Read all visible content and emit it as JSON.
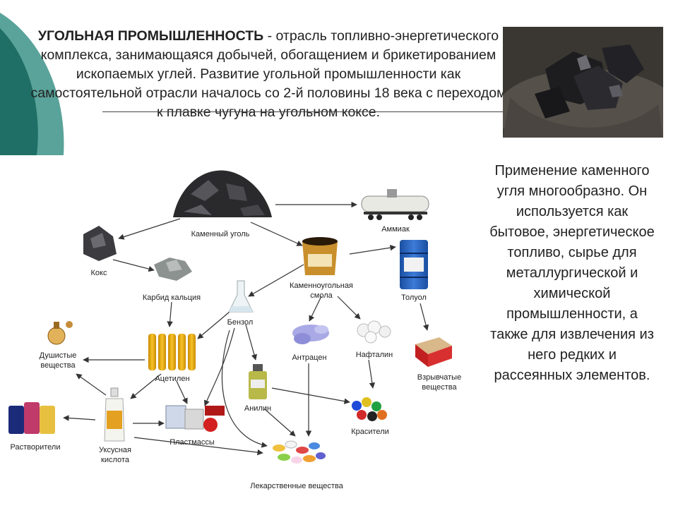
{
  "header": {
    "title_bold": "УГОЛЬНАЯ ПРОМЫШЛЕННОСТЬ",
    "title_rest": " - отрасль топливно-энергетического комплекса, занимающаяся добычей, обогащением и брикетированием ископаемых углей. Развитие угольной промышленности как самостоятельной отрасли началось со 2-й половины 18 века с переходом к плавке чугуна на угольном коксе."
  },
  "side_text": "Применение каменного угля многообразно. Он используется как бытовое, энергетическое топливо, сырье для металлургической и химической промышленности, а также для извлечения из него редких и рассеянных элементов.",
  "diagram": {
    "nodes": {
      "coal": "Каменный уголь",
      "ammonia": "Аммиак",
      "coke": "Кокс",
      "tar_line1": "Каменноугольная",
      "tar_line2": "смола",
      "toluene": "Толуол",
      "carbide": "Карбид кальция",
      "benzene": "Бензол",
      "perfume_line1": "Душистые",
      "perfume_line2": "вещества",
      "acetylene": "Ацетилен",
      "anthracene": "Антрацен",
      "naphthalene": "Нафталин",
      "explosives_line1": "Взрывчатые",
      "explosives_line2": "вещества",
      "aniline": "Анилин",
      "solvents": "Растворители",
      "acetic_line1": "Уксусная",
      "acetic_line2": "кислота",
      "plastics": "Пластмассы",
      "dyes": "Красители",
      "medicines": "Лекарственные вещества"
    }
  },
  "colors": {
    "teal": "#1f6f66",
    "teal_light": "#5aa39a",
    "arrow": "#333333"
  }
}
